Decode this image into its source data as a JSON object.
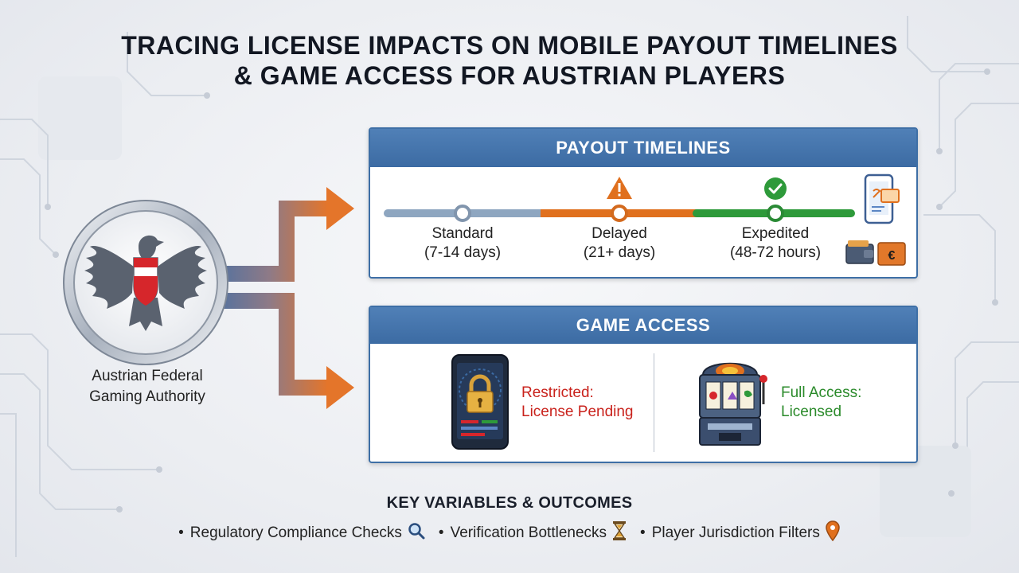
{
  "title": {
    "line1": "TRACING LICENSE IMPACTS ON MOBILE PAYOUT TIMELINES",
    "line2": "& GAME ACCESS FOR AUSTRIAN PLAYERS"
  },
  "authority": {
    "name_line1": "Austrian Federal",
    "name_line2": "Gaming Authority",
    "icon": "austrian-eagle-seal"
  },
  "payout": {
    "header": "PAYOUT TIMELINES",
    "stages": [
      {
        "name": "Standard",
        "duration": "(7-14 days)",
        "color": "#8ea6c0"
      },
      {
        "name": "Delayed",
        "duration": "(21+ days)",
        "color": "#e0701e",
        "icon": "warning-icon"
      },
      {
        "name": "Expedited",
        "duration": "(48-72 hours)",
        "color": "#2e9a3a",
        "icon": "check-icon"
      }
    ],
    "side_icons": [
      "mobile-payment-icon",
      "wallet-icon",
      "euro-wallet-icon"
    ]
  },
  "access": {
    "header": "GAME ACCESS",
    "restricted": {
      "line1": "Restricted:",
      "line2": "License Pending",
      "color": "#c9221c",
      "icon": "locked-phone-icon"
    },
    "full": {
      "line1": "Full Access:",
      "line2": "Licensed",
      "color": "#2a8a2a",
      "icon": "slot-machine-icon"
    }
  },
  "key": {
    "title": "KEY VARIABLES & OUTCOMES",
    "items": [
      {
        "label": "Regulatory Compliance Checks",
        "icon": "magnifier-icon"
      },
      {
        "label": "Verification Bottlenecks",
        "icon": "hourglass-icon"
      },
      {
        "label": "Player Jurisdiction Filters",
        "icon": "location-pin-icon"
      }
    ],
    "bullet": "•"
  },
  "colors": {
    "panel_blue": "#3e6fa6",
    "arrow_blue": "#3f6fa8",
    "arrow_orange": "#e4752a"
  }
}
